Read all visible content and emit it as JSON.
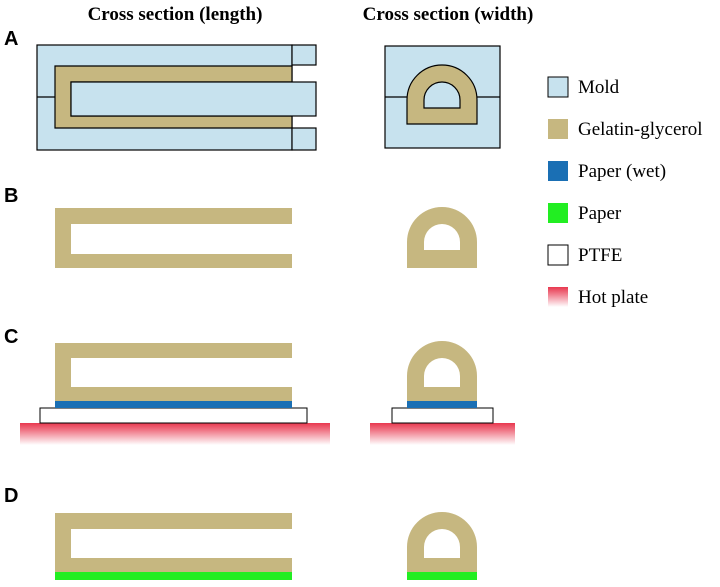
{
  "headers": {
    "length": "Cross section (length)",
    "width": "Cross section (width)"
  },
  "rows": [
    {
      "label": "A"
    },
    {
      "label": "B"
    },
    {
      "label": "C"
    },
    {
      "label": "D"
    }
  ],
  "legend": [
    {
      "label": "Mold",
      "color": "#c7e2ee"
    },
    {
      "label": "Gelatin-glycerol",
      "color": "#c6b780"
    },
    {
      "label": "Paper (wet)",
      "color": "#1a6fb4"
    },
    {
      "label": "Paper",
      "color": "#22ee22"
    },
    {
      "label": "PTFE",
      "color": "#ffffff"
    },
    {
      "label": "Hot plate",
      "color": "#e8384f"
    }
  ],
  "colors": {
    "mold": "#c7e2ee",
    "gel": "#c6b780",
    "paper_wet": "#1a6fb4",
    "paper": "#22ee22",
    "ptfe": "#ffffff",
    "hot_plate": "#e8384f",
    "outline": "#000000"
  }
}
